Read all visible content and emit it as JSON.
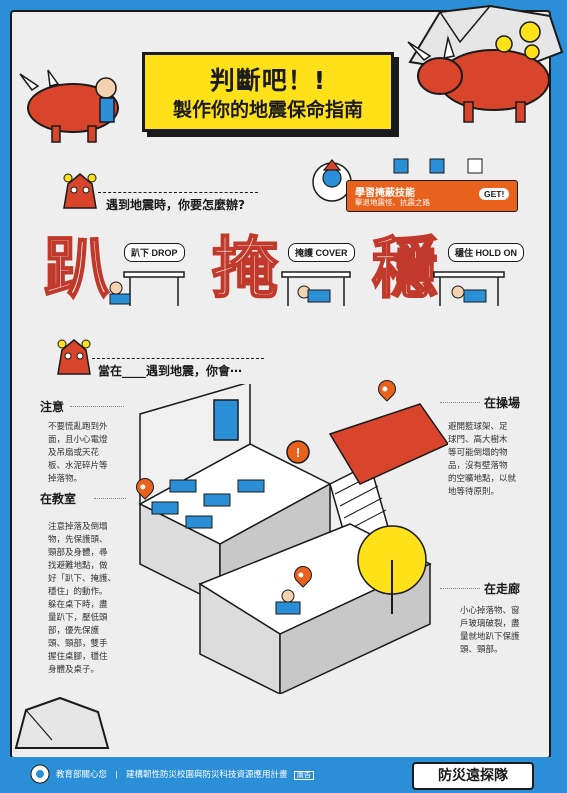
{
  "title": {
    "line1": "判斷吧！!",
    "line2": "製作你的地震保命指南"
  },
  "question1": "遇到地震時，你要怎麼辦?",
  "skill_card": {
    "title": "學習掩蔽技能",
    "subtitle": "擊退地震怪、抗震之路",
    "get_label": "GET!"
  },
  "actions": [
    {
      "char": "趴",
      "label": "趴下 DROP"
    },
    {
      "char": "掩",
      "label": "掩護 COVER"
    },
    {
      "char": "穩",
      "label": "穩住 HOLD ON"
    }
  ],
  "question2": "當在____遇到地震，你會⋯",
  "sections": {
    "attention": {
      "heading": "注意",
      "text": "不要慌亂跑到外\n面，且小心電燈\n及吊扇或天花\n板、水泥碎片等\n掉落物。"
    },
    "classroom": {
      "heading": "在教室",
      "text": "注意掉落及倒塌\n物，先保護頭、\n頸部及身體，尋\n找避難地點，做\n好「趴下、掩護、\n穩住」的動作。\n躲在桌下時，盡\n量趴下，壓低頭\n部，優先保護\n頭、頸部，雙手\n握住桌腳，穩住\n身體及桌子。"
    },
    "playground": {
      "heading": "在操場",
      "text": "避開籃球架、足\n球門、高大樹木\n等可能倒塌的物\n品，沒有壁落物\n的空曠地點，以就\n地等待原則。"
    },
    "corridor": {
      "heading": "在走廊",
      "text": "小心掉落物、窗\n戶玻璃破裂，盡\n量就地趴下保護\n頭、頸部。"
    }
  },
  "footer": {
    "org": "教育部關心您",
    "separator": "|",
    "program": "建構韌性防災校園與防災科技資源應用計畫",
    "badge": "廣告",
    "brand": "防災遠探隊"
  },
  "colors": {
    "frame_blue": "#2a8fd6",
    "title_yellow": "#ffe11a",
    "accent_orange": "#e8621e",
    "char_red": "#c0392b",
    "bull_red": "#d9452b"
  }
}
